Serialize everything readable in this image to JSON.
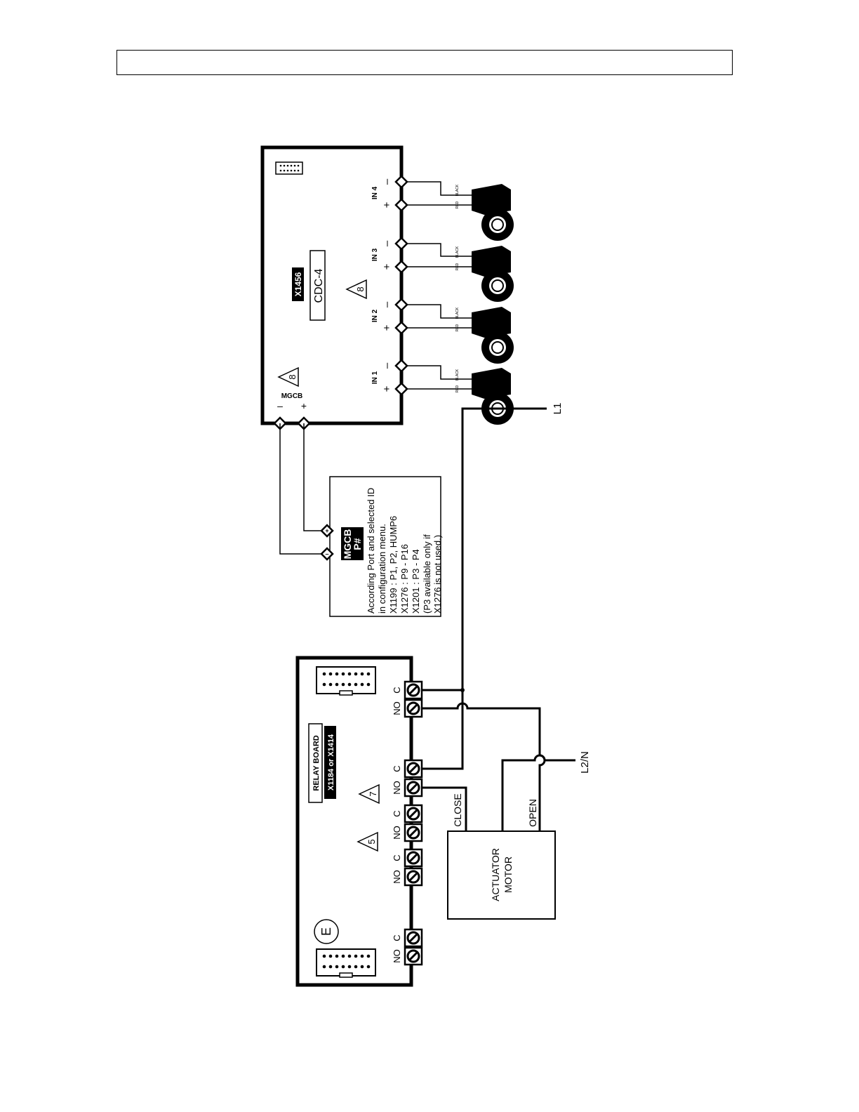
{
  "header": {
    "title": ""
  },
  "cdc": {
    "model": "X1456",
    "name": "CDC-4",
    "warning_1": "8",
    "warning_2": "8",
    "mgcb_label": "MGCB",
    "minus": "–",
    "plus": "+",
    "inputs": [
      {
        "label": "IN 1",
        "minus": "–",
        "plus": "+"
      },
      {
        "label": "IN 2",
        "minus": "–",
        "plus": "+"
      },
      {
        "label": "IN 3",
        "minus": "–",
        "plus": "+"
      },
      {
        "label": "IN 4",
        "minus": "–",
        "plus": "+"
      }
    ],
    "wire_black": "BLACK",
    "wire_red": "RED"
  },
  "port_note": {
    "tag_line1": "MGCB",
    "tag_line2": "P#",
    "lines": [
      "According Port and selected ID",
      "in configuration menu.",
      "X1199 : P1, P2, HUMP6",
      "X1276 : P9 - P16",
      "X1201 : P3 - P4",
      "(P3 available only if",
      "X1276 is not used.)"
    ]
  },
  "relay": {
    "label": "RELAY BOARD",
    "model": "X1184 or X1414",
    "warning_7": "7",
    "warning_5": "5",
    "e_symbol": "E",
    "terminals": [
      {
        "no": "NO",
        "c": "C"
      },
      {
        "no": "NO",
        "c": "C"
      },
      {
        "no": "NO",
        "c": "C"
      },
      {
        "no": "NO",
        "c": "C"
      },
      {
        "no": "NO",
        "c": "C"
      }
    ]
  },
  "actuator": {
    "line1": "ACTUATOR",
    "line2": "MOTOR",
    "close": "CLOSE",
    "open": "OPEN"
  },
  "lines": {
    "l1": "L1",
    "l2n": "L2/N"
  }
}
